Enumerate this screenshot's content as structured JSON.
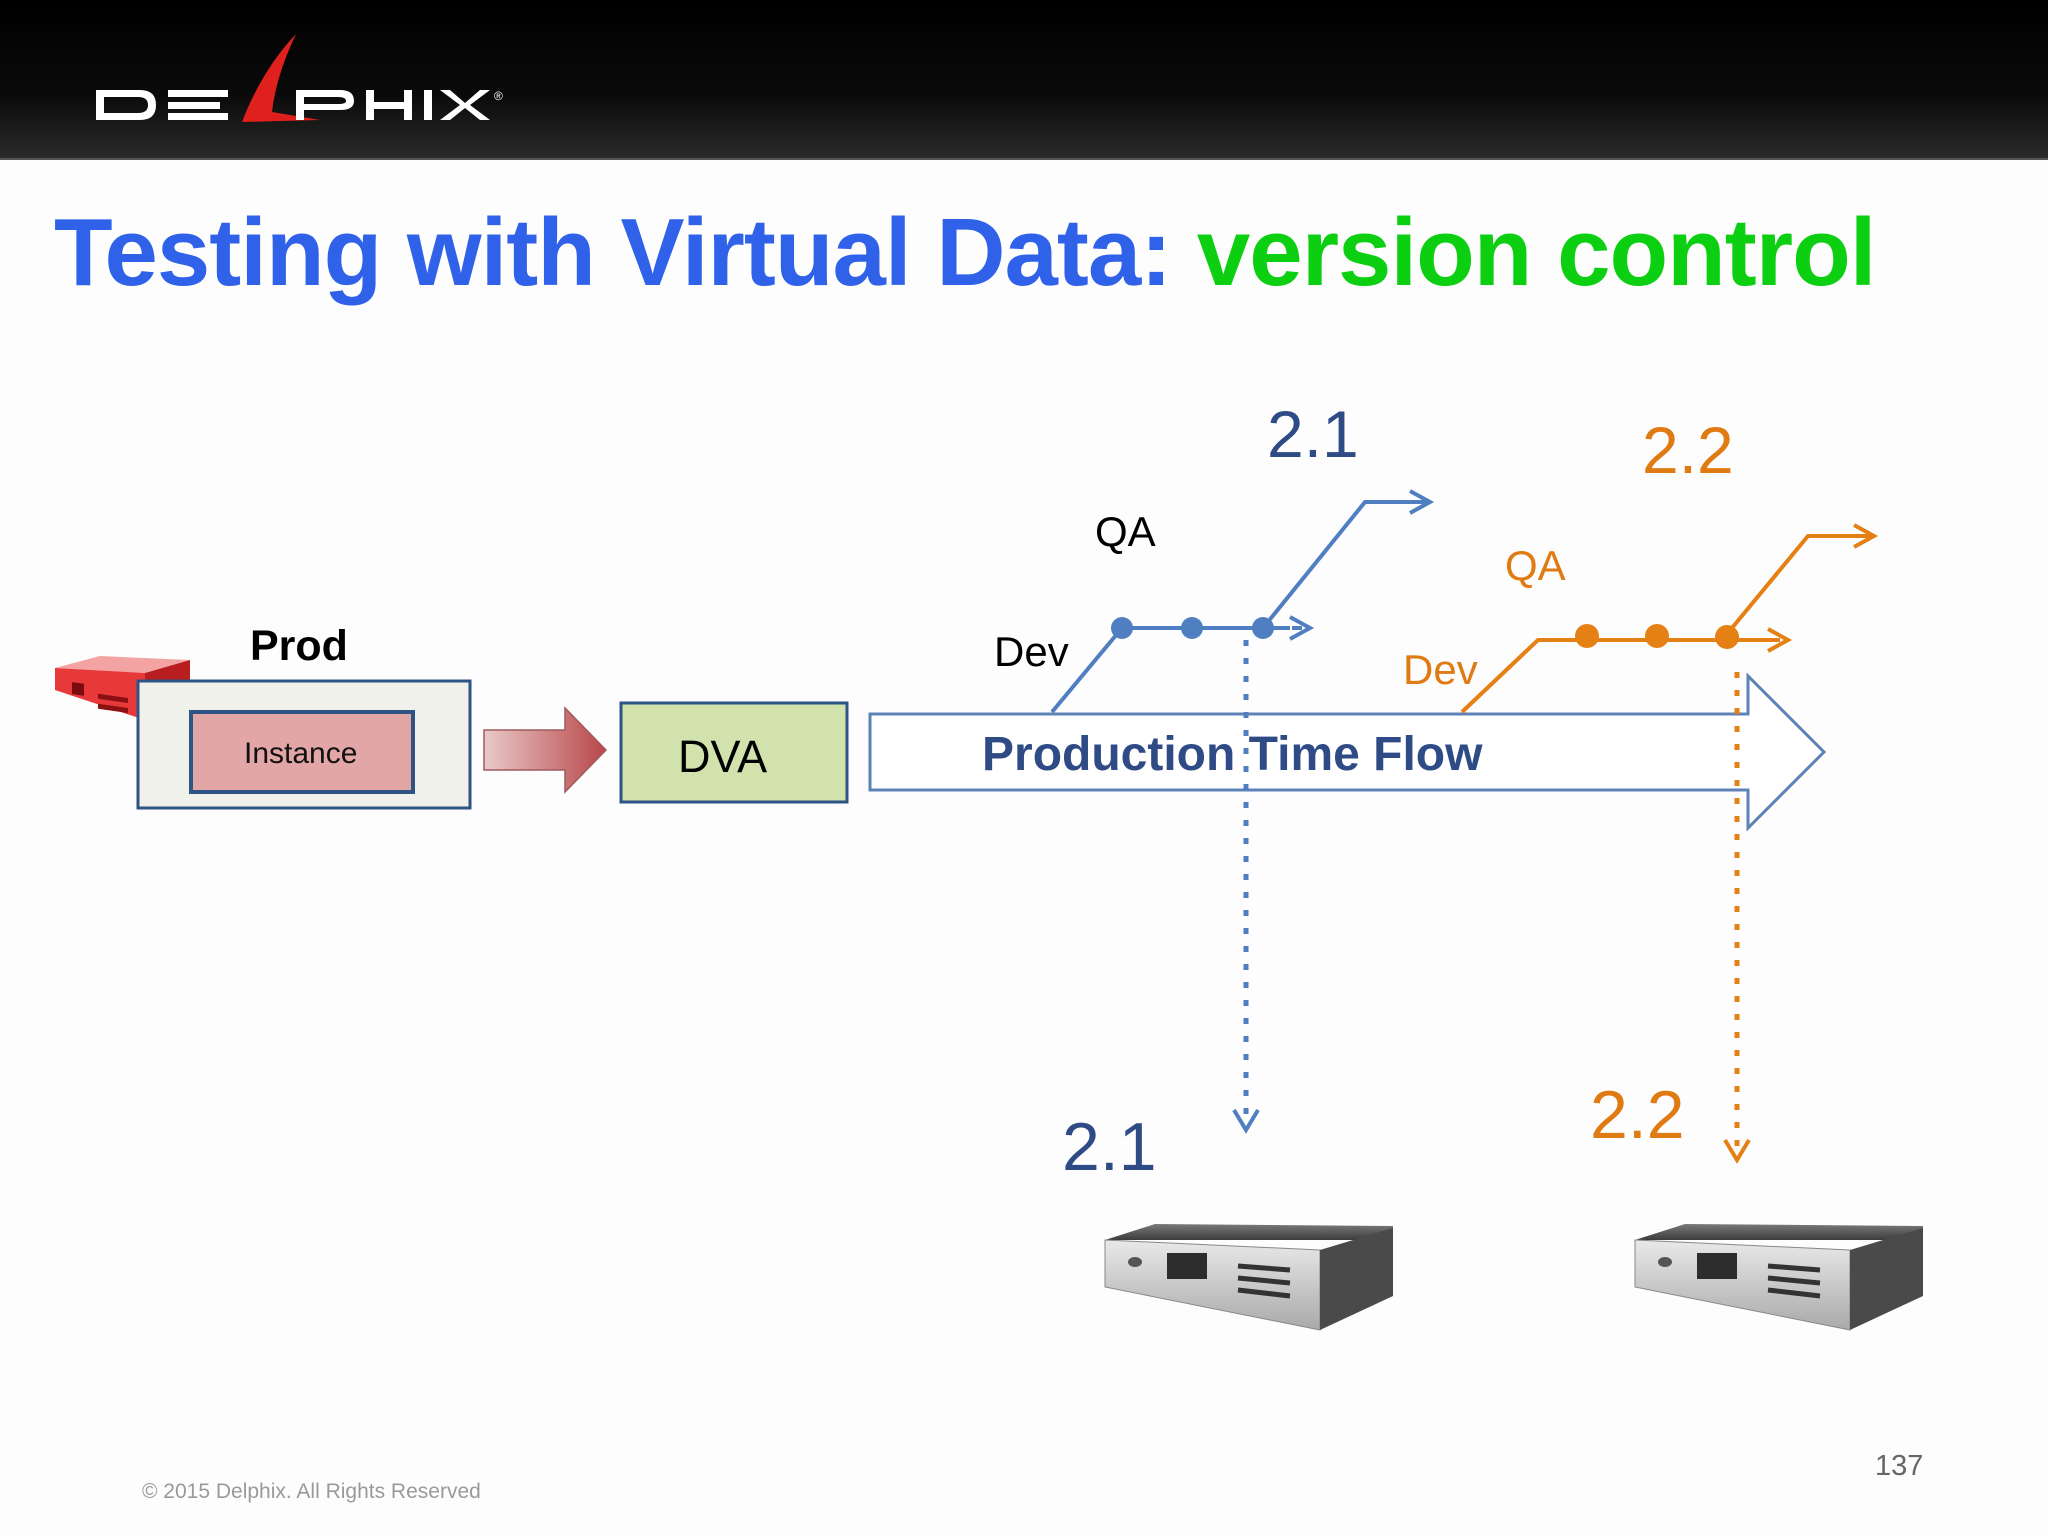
{
  "logo": {
    "text": "DELPHIX",
    "left": "DE",
    "right": "PHIX",
    "registered": "®"
  },
  "title": {
    "part1": "Testing with Virtual Data:",
    "part2": "version control"
  },
  "diagram": {
    "prod_label": "Prod",
    "instance_label": "Instance",
    "dva_label": "DVA",
    "timeflow_label": "Production Time Flow",
    "branch_21": {
      "version": "2.1",
      "qa": "QA",
      "dev": "Dev",
      "target_version": "2.1",
      "color": "#4f7fc0"
    },
    "branch_22": {
      "version": "2.2",
      "qa": "QA",
      "dev": "Dev",
      "target_version": "2.2",
      "color": "#e58114"
    }
  },
  "colors": {
    "blue_title": "#2f62e8",
    "green_title": "#0ccf12",
    "navy_text": "#2e4b85",
    "orange": "#e07a12"
  },
  "footer": {
    "copyright": "© 2015 Delphix. All Rights Reserved",
    "page_number": "137"
  }
}
